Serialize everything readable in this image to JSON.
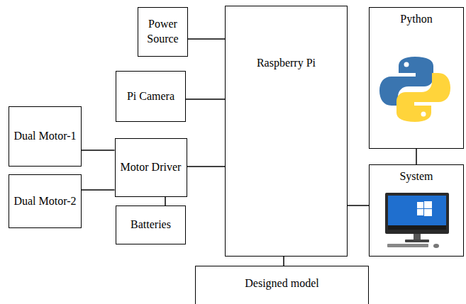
{
  "diagram": {
    "nodes": [
      {
        "text": [
          "Power Source"
        ]
      },
      {
        "text": [
          "Raspberry Pi"
        ]
      },
      {
        "text": [
          "Python"
        ]
      },
      {
        "text": [
          "Pi Camera"
        ]
      },
      {
        "text": [
          "Dual Motor-1"
        ]
      },
      {
        "text": [
          "Motor Driver"
        ]
      },
      {
        "text": [
          "Dual Motor-2"
        ]
      },
      {
        "text": [
          "System"
        ]
      },
      {
        "text": [
          "Batteries"
        ]
      },
      {
        "text": [
          "Designed model"
        ]
      }
    ],
    "edges": [
      {
        "from": 0,
        "to": 1,
        "arrow": "none"
      },
      {
        "from": 3,
        "to": 1,
        "arrow": "none"
      },
      {
        "from": 4,
        "to": 5,
        "arrow": "none"
      },
      {
        "from": 6,
        "to": 5,
        "arrow": "none"
      },
      {
        "from": 5,
        "to": 8,
        "arrow": "none"
      },
      {
        "from": 5,
        "to": 1,
        "arrow": "none"
      },
      {
        "from": 2,
        "to": 7,
        "arrow": "none"
      },
      {
        "from": 7,
        "to": 1,
        "arrow": "none"
      },
      {
        "from": 1,
        "to": 9,
        "arrow": "none"
      }
    ]
  }
}
